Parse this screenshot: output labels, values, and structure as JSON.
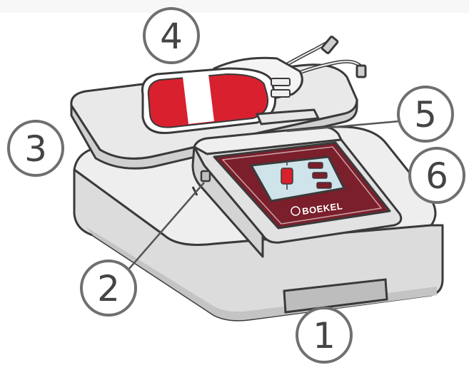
{
  "brand": {
    "logo_text": "BOEKEL"
  },
  "callouts": [
    {
      "number": "1",
      "target": "bottom-drawer"
    },
    {
      "number": "2",
      "target": "side-port"
    },
    {
      "number": "3",
      "target": "rocking-tray"
    },
    {
      "number": "4",
      "target": "blood-bag"
    },
    {
      "number": "5",
      "target": "bag-clip"
    },
    {
      "number": "6",
      "target": "device-body"
    }
  ],
  "colors": {
    "body": "#e8e8e8",
    "outline": "#3a3a3a",
    "panel": "#7a1f2b",
    "blood": "#d9202f",
    "screen": "#cfe3ea",
    "callout_ring": "#6f6f6f"
  }
}
